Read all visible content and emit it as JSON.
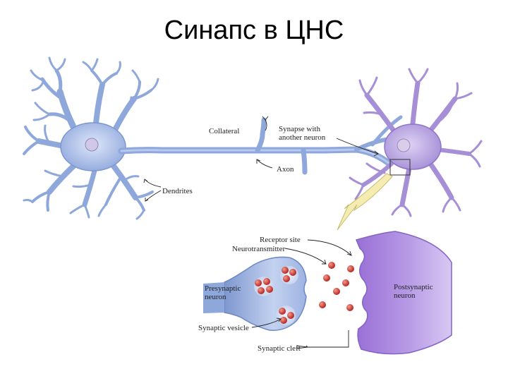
{
  "title": "Синапс в ЦНС",
  "labels": {
    "collateral": "Collateral",
    "synapse_line1": "Synapse with",
    "synapse_line2": "another neuron",
    "axon": "Axon",
    "dendrites": "Dendrites",
    "receptor_site": "Receptor site",
    "neurotransmitter": "Neurotransmitter",
    "presynaptic_line1": "Presynaptic",
    "presynaptic_line2": "neuron",
    "postsynaptic_line1": "Postsynaptic",
    "postsynaptic_line2": "neuron",
    "synaptic_vesicle": "Synaptic vesicle",
    "synaptic_cleft": "Synaptic cleft"
  },
  "colors": {
    "neuron_blue": "#8fa8dc",
    "neuron_blue_dark": "#5d78b8",
    "neuron_purple": "#a68fd6",
    "neuron_purple_dark": "#7a5fb8",
    "vesicle_red": "#c8302c",
    "arrow_yellow": "#f4ecb0"
  }
}
